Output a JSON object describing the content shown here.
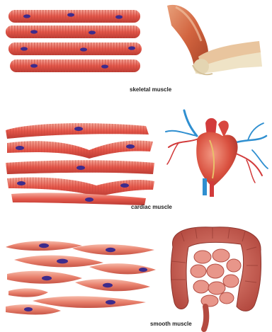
{
  "sections": [
    {
      "label": "skeletal muscle",
      "organ_icon": "arm-joint-illustration",
      "tissue_icon": "skeletal-muscle-fibers-illustration"
    },
    {
      "label": "cardiac muscle",
      "organ_icon": "heart-illustration",
      "tissue_icon": "cardiac-muscle-fibers-illustration"
    },
    {
      "label": "smooth muscle",
      "organ_icon": "intestines-illustration",
      "tissue_icon": "smooth-muscle-fibers-illustration"
    }
  ],
  "colors": {
    "muscle": "#e4574a",
    "muscle_light": "#f3a89a",
    "muscle_dark": "#b83a32",
    "nucleus": "#3d2b8c",
    "artery": "#d23b3b",
    "vein": "#2f8fd0",
    "bone": "#efe3c6"
  }
}
